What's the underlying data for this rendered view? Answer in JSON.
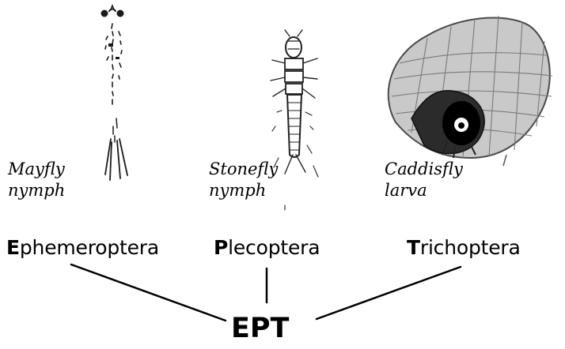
{
  "insects": [
    {
      "caption_line1": "Mayfly",
      "caption_line2": "nymph",
      "order_initial": "E",
      "order_rest": "phemeroptera"
    },
    {
      "caption_line1": "Stonefly",
      "caption_line2": "nymph",
      "order_initial": "P",
      "order_rest": "lecoptera"
    },
    {
      "caption_line1": "Caddisfly",
      "caption_line2": "larva",
      "order_initial": "T",
      "order_rest": "richoptera"
    }
  ],
  "acronym": "EPT",
  "colors": {
    "ink": "#000000",
    "background": "#ffffff"
  }
}
